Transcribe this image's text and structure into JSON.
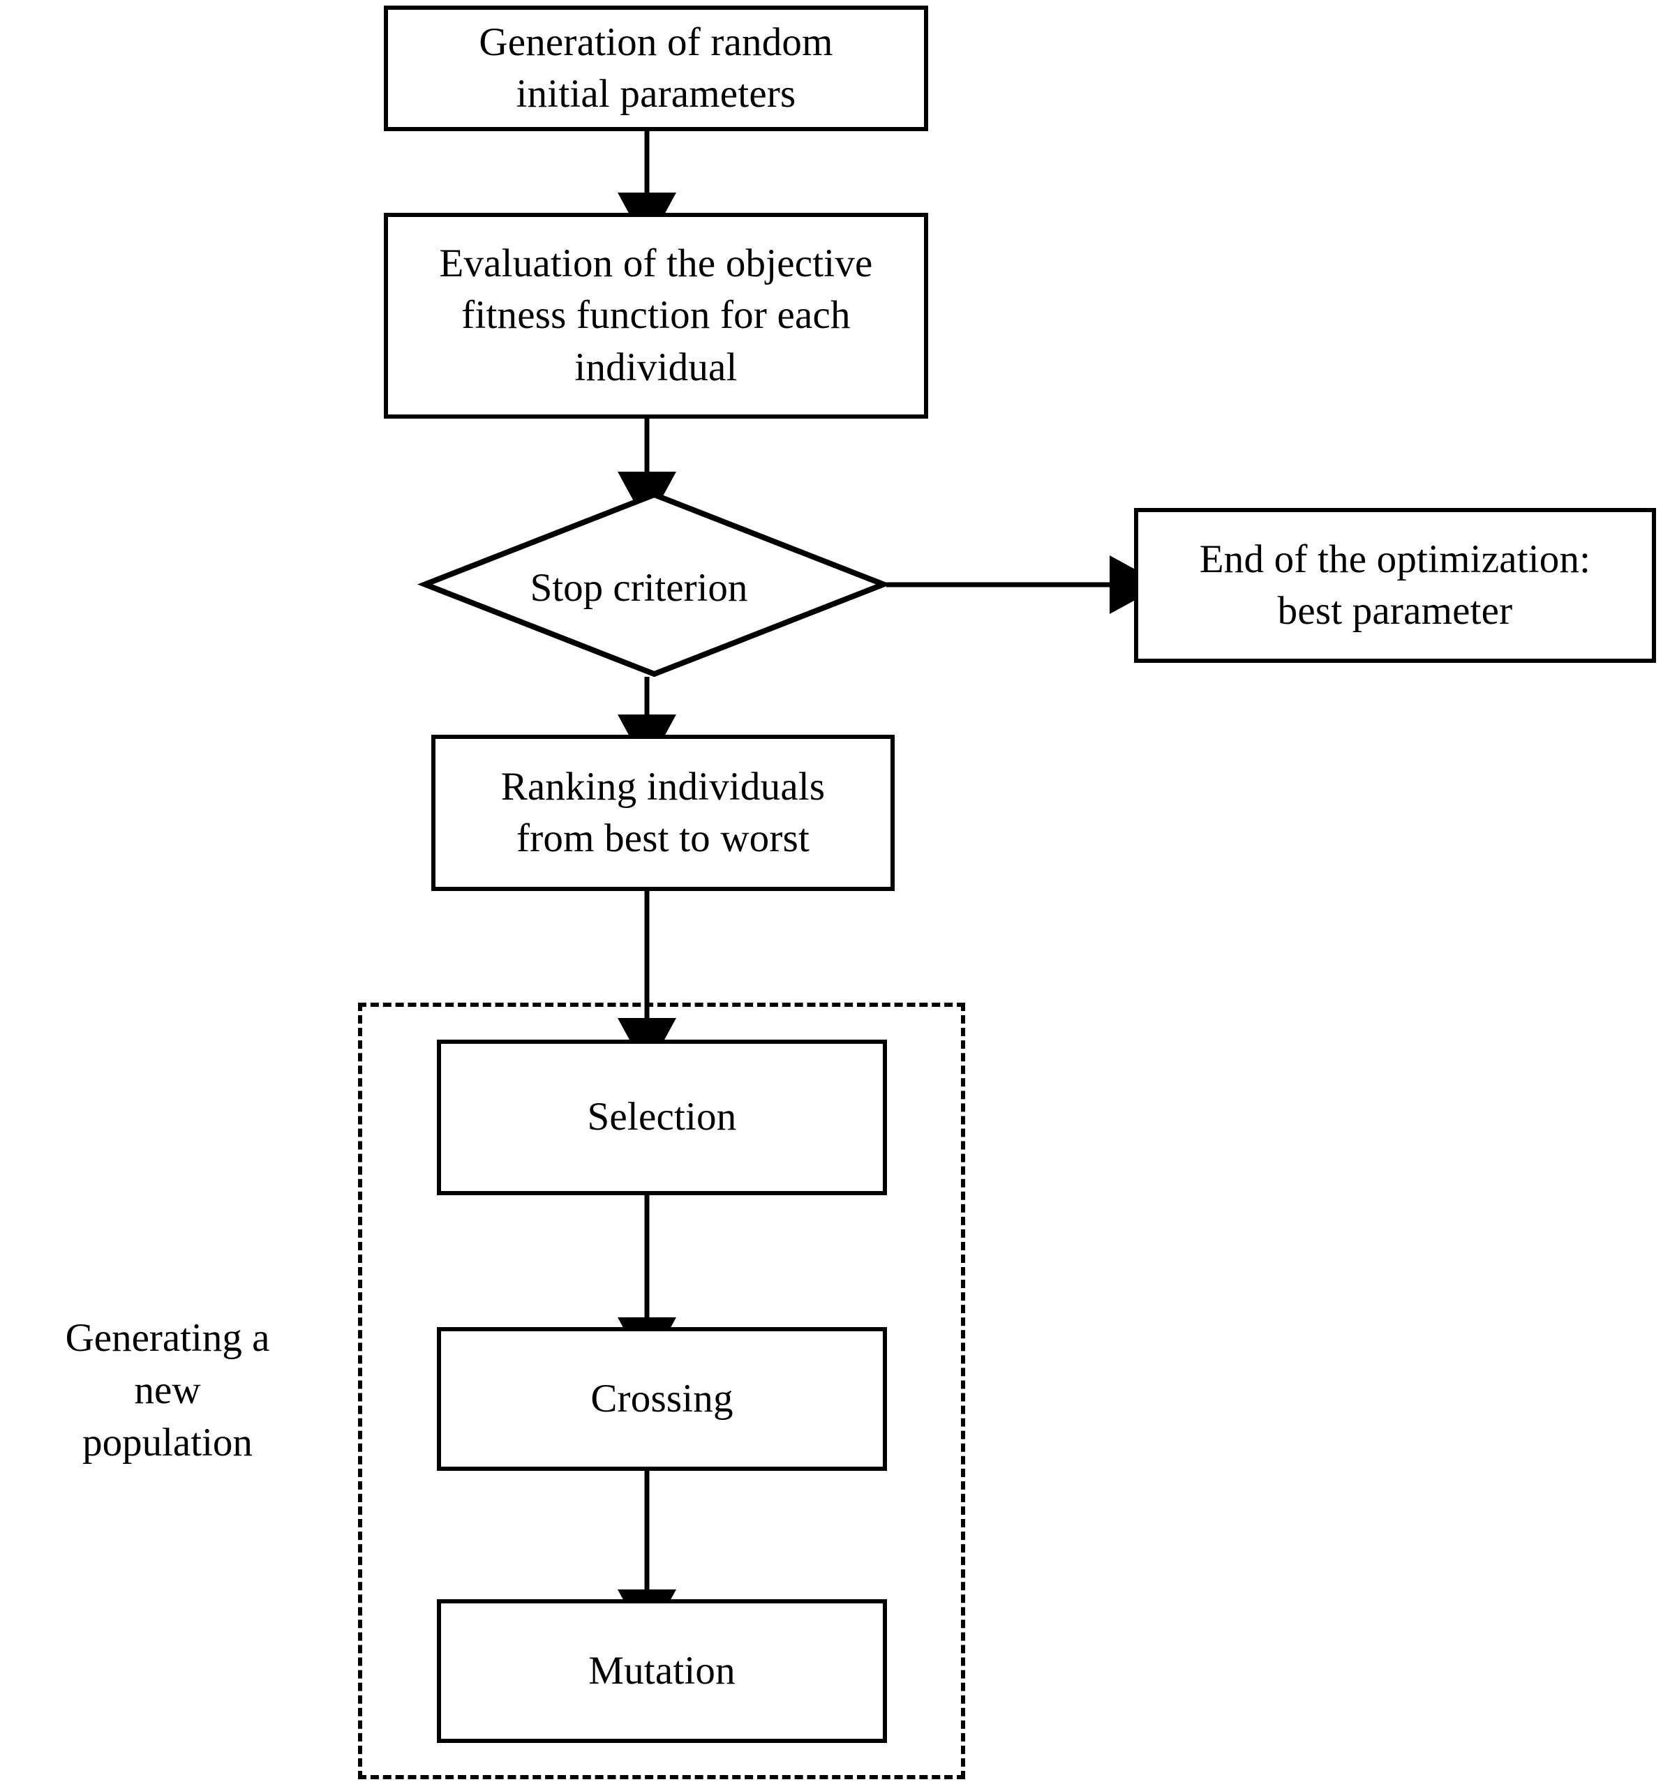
{
  "diagram": {
    "title": "Genetic algorithm optimization flowchart",
    "style": {
      "line_color": "#000000",
      "fill_color": "#ffffff",
      "font": "serif"
    },
    "nodes": {
      "init": {
        "label": "Generation of random\ninitial parameters",
        "shape": "rectangle"
      },
      "evaluate": {
        "label": "Evaluation of the objective\nfitness function for each\nindividual",
        "shape": "rectangle"
      },
      "stop_criterion": {
        "label": "Stop criterion",
        "shape": "diamond"
      },
      "end_optimization": {
        "label": "End of the optimization:\nbest parameter",
        "shape": "rectangle"
      },
      "ranking": {
        "label": "Ranking individuals\nfrom best to worst",
        "shape": "rectangle"
      },
      "selection": {
        "label": "Selection",
        "shape": "rectangle"
      },
      "crossing": {
        "label": "Crossing",
        "shape": "rectangle"
      },
      "mutation": {
        "label": "Mutation",
        "shape": "rectangle"
      }
    },
    "group": {
      "label": "Generating a\nnew\npopulation",
      "border": "dashed"
    },
    "edges": [
      {
        "from": "init",
        "to": "evaluate",
        "direction": "down",
        "arrow": true
      },
      {
        "from": "evaluate",
        "to": "stop_criterion",
        "direction": "down",
        "arrow": true
      },
      {
        "from": "stop_criterion",
        "to": "end_optimization",
        "direction": "right",
        "arrow": true
      },
      {
        "from": "stop_criterion",
        "to": "ranking",
        "direction": "down",
        "arrow": true
      },
      {
        "from": "ranking",
        "to": "selection",
        "direction": "down",
        "arrow": true
      },
      {
        "from": "selection",
        "to": "crossing",
        "direction": "down",
        "arrow": true
      },
      {
        "from": "crossing",
        "to": "mutation",
        "direction": "down",
        "arrow": true
      }
    ]
  }
}
